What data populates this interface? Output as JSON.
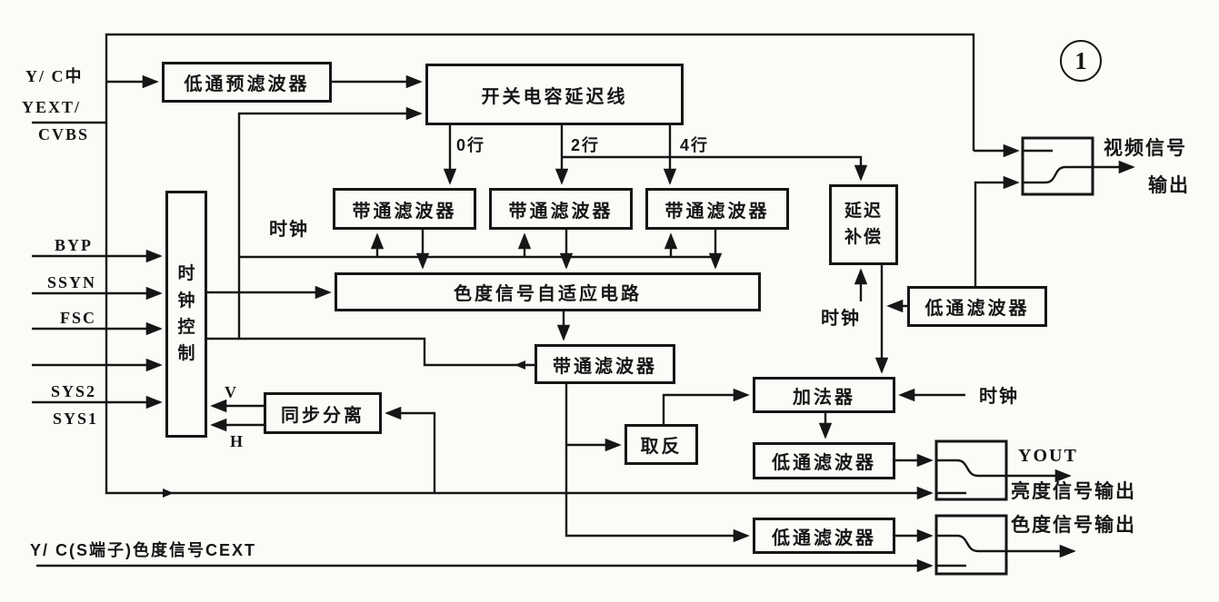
{
  "figure": {
    "number": "1"
  },
  "inputs": {
    "yc_label": "Y/ C中",
    "yext_label": "YEXT/",
    "cvbs_label": "CVBS",
    "byp": "BYP",
    "ssyn": "SSYN",
    "fsc": "FSC",
    "sys2": "SYS2",
    "sys1": "SYS1",
    "cext_label": "Y/ C(S端子)色度信号CEXT"
  },
  "blocks": {
    "pre_lpf": "低通预滤波器",
    "sc_delay_line": "开关电容延迟线",
    "clock_control": "时钟控制",
    "bpf1": "带通滤波器",
    "bpf2": "带通滤波器",
    "bpf3": "带通滤波器",
    "chroma_adaptive": "色度信号自适应电路",
    "sync_separator": "同步分离",
    "bpf4": "带通滤波器",
    "invert": "取反",
    "adder": "加法器",
    "delay_comp": "延迟补偿",
    "lpf_right": "低通滤波器",
    "lpf_luma": "低通滤波器",
    "lpf_chroma": "低通滤波器"
  },
  "wire_labels": {
    "tap0": "0行",
    "tap2": "2行",
    "tap4": "4行",
    "clock_left": "时钟",
    "clock_delaycomp": "时钟",
    "clock_adder": "时钟",
    "v": "V",
    "h": "H"
  },
  "outputs": {
    "video_line1": "视频信号",
    "video_line2": "输出",
    "yout": "YOUT",
    "luma_out": "亮度信号输出",
    "chroma_out": "色度信号输出"
  },
  "colors": {
    "ink": "#161616",
    "paper": "#fbfbf8"
  }
}
